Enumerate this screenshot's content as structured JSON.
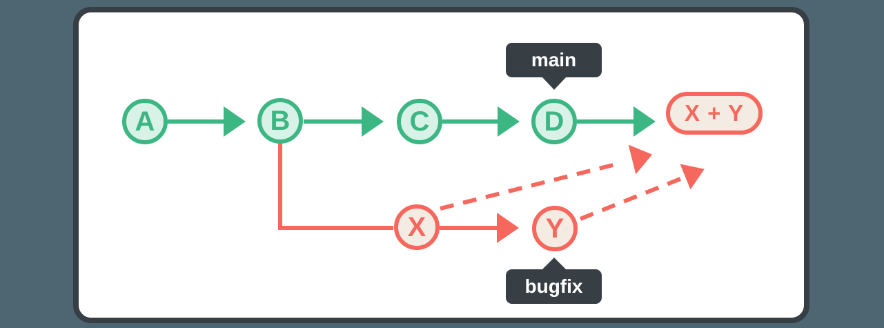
{
  "colors": {
    "background": "#4d6671",
    "card_background": "#ffffff",
    "outline_dark": "#373e44",
    "branch_green": "#3cb682",
    "branch_green_fill": "#d9f2e7",
    "branch_red": "#f6685d",
    "branch_red_fill": "#f4ebe3",
    "label_text": "#ffffff"
  },
  "diagram": {
    "kind": "git-branch-merge-diagram",
    "nodes": {
      "a": "A",
      "b": "B",
      "c": "C",
      "d": "D",
      "x": "X",
      "y": "Y",
      "merge": "X + Y"
    },
    "labels": {
      "main": "main",
      "bugfix": "bugfix"
    },
    "edges": [
      {
        "from": "A",
        "to": "B",
        "style": "solid-arrow",
        "color": "green"
      },
      {
        "from": "B",
        "to": "C",
        "style": "solid-arrow",
        "color": "green"
      },
      {
        "from": "C",
        "to": "D",
        "style": "solid-arrow",
        "color": "green"
      },
      {
        "from": "D",
        "to": "X + Y",
        "style": "solid-arrow",
        "color": "green"
      },
      {
        "from": "B",
        "to": "X",
        "style": "elbow-line",
        "color": "red"
      },
      {
        "from": "X",
        "to": "Y",
        "style": "solid-arrow",
        "color": "red"
      },
      {
        "from": "X",
        "to": "X + Y",
        "style": "dashed-arrow",
        "color": "red"
      },
      {
        "from": "Y",
        "to": "X + Y",
        "style": "dashed-arrow",
        "color": "red"
      }
    ]
  }
}
